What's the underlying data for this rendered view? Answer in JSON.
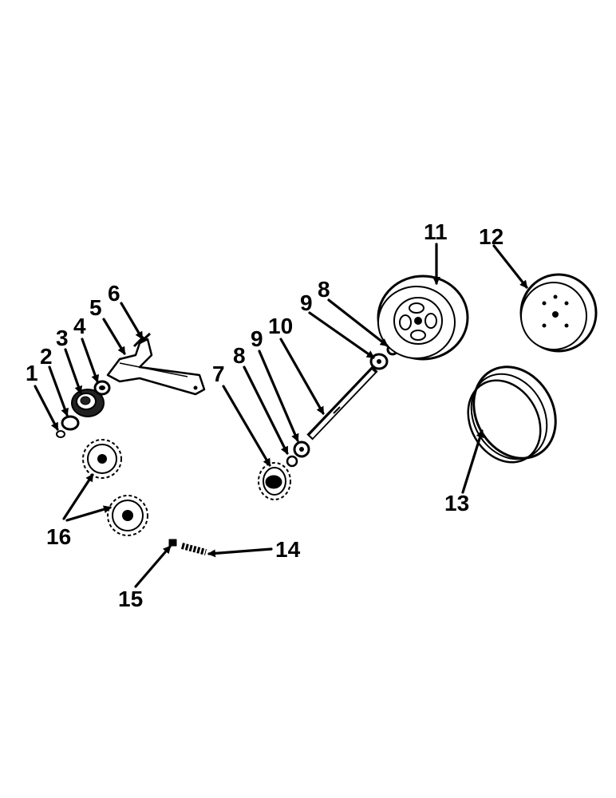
{
  "callouts": {
    "c1": "1",
    "c2": "2",
    "c3": "3",
    "c4": "4",
    "c5": "5",
    "c6": "6",
    "c7": "7",
    "c8a": "8",
    "c9a": "9",
    "c10": "10",
    "c9b": "9",
    "c8b": "8",
    "c11": "11",
    "c12": "12",
    "c13": "13",
    "c14": "14",
    "c15": "15",
    "c16": "16"
  }
}
